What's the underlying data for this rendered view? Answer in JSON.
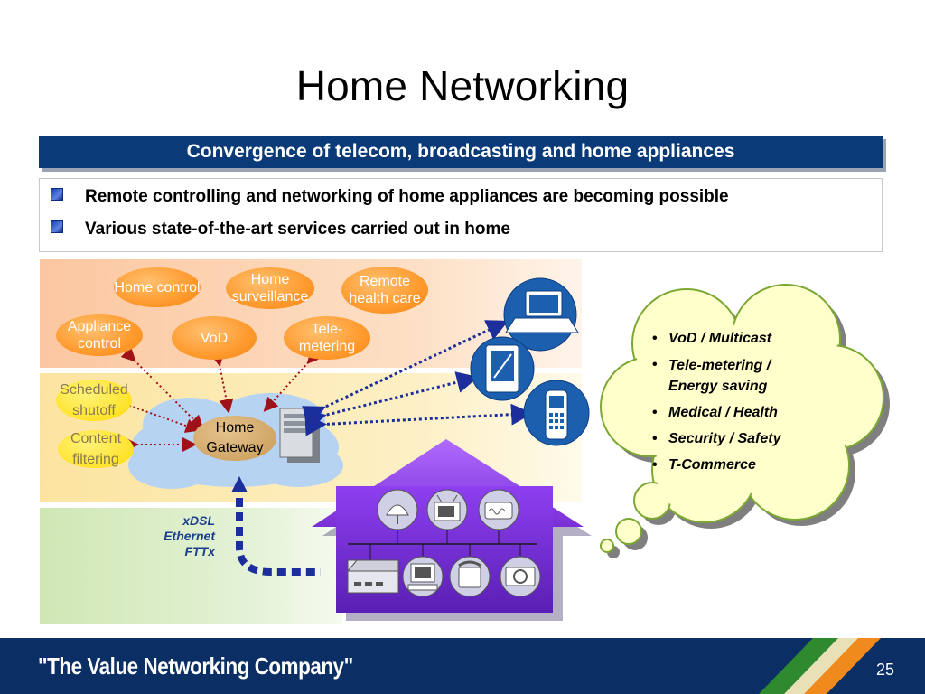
{
  "title": "Home Networking",
  "banner": "Convergence of telecom, broadcasting and home appliances",
  "bullets": [
    "Remote controlling and networking of home appliances are becoming possible",
    "Various state-of-the-art services carried out in home"
  ],
  "services": {
    "home_control": "Home control",
    "home_surveillance": "Home surveillance",
    "remote_health_care": "Remote health care",
    "appliance_control": "Appliance control",
    "vod": "VoD",
    "tele_metering": "Tele- metering",
    "scheduled_shutoff": "Scheduled shutoff",
    "content_filtering": "Content filtering"
  },
  "gateway": "Home Gateway",
  "access": [
    "xDSL",
    "Ethernet",
    "FTTx"
  ],
  "cloud_items": [
    "VoD / Multicast",
    "Tele-metering / Energy saving",
    "Medical / Health",
    "Security / Safety",
    "T-Commerce"
  ],
  "footer": {
    "slogan": "\"The Value Networking Company\"",
    "page_number": "25"
  },
  "colors": {
    "banner": "#0b3a78",
    "footer": "#0b2e64",
    "service_oval": "#ff9a2e",
    "local_oval": "#ffe32a",
    "house": "#7a2fd6",
    "arrow": "#1b2e9c"
  }
}
